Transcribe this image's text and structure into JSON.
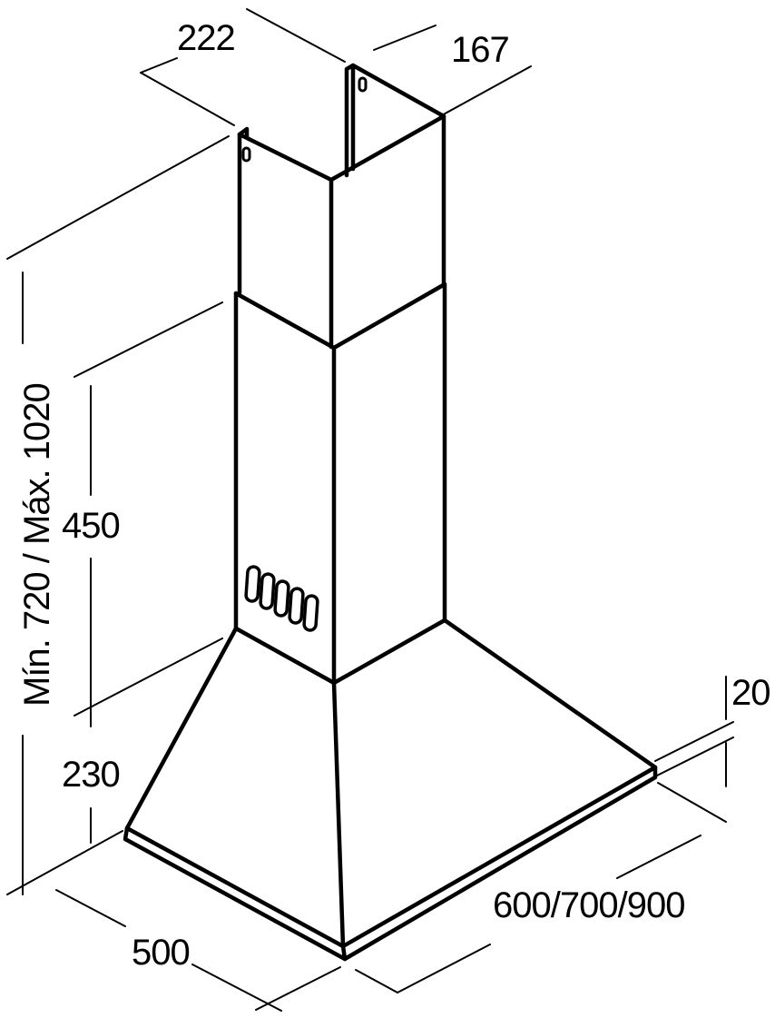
{
  "dimensions": {
    "top_width": "222",
    "top_depth": "167",
    "total_height": "Mín. 720 / Máx. 1020",
    "chimney_height": "450",
    "hood_height": "230",
    "base_thickness": "20",
    "depth": "500",
    "width": "600/700/900"
  },
  "colors": {
    "line": "#000000",
    "background": "#ffffff"
  }
}
